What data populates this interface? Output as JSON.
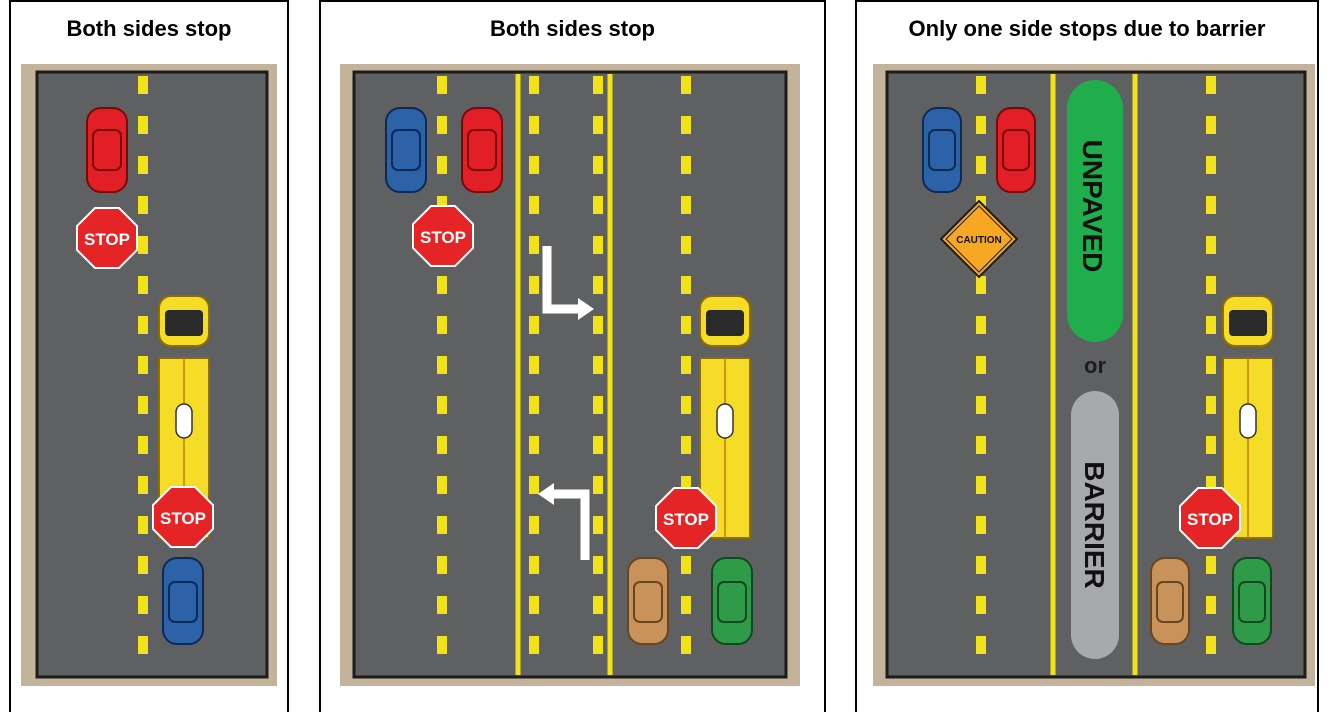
{
  "panels": [
    {
      "title": "Both sides stop"
    },
    {
      "title": "Both sides stop"
    },
    {
      "title": "Only one side stops due to barrier"
    }
  ],
  "signs": {
    "stop": "STOP",
    "caution": "CAUTION",
    "unpaved": "UNPAVED",
    "or": "or",
    "barrier": "BARRIER"
  },
  "colors": {
    "road": "#5f6062",
    "road_edge": "#1c1c1c",
    "shoulder": "#c3b39a",
    "yellow_line": "#f2e318",
    "bus": "#f5dc26",
    "stop_sign": "#e42425",
    "car_red": "#e21e26",
    "car_blue": "#2c62a8",
    "car_tan": "#c8935a",
    "car_green": "#2f9a48",
    "unpaved_green": "#1fae4b",
    "barrier_gray": "#a7a9ac",
    "caution_sign": "#f7a823"
  }
}
